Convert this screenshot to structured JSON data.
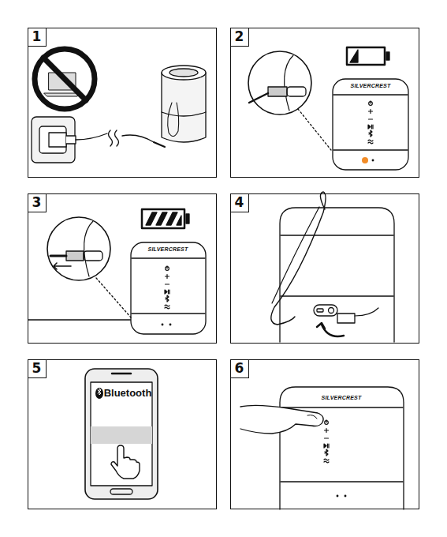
{
  "diagram": {
    "nodes": [
      {
        "text": [
          "1"
        ]
      },
      {
        "text": [
          "2"
        ]
      },
      {
        "text": [
          "3"
        ]
      },
      {
        "text": [
          "4"
        ]
      },
      {
        "text": [
          "5"
        ]
      },
      {
        "text": [
          "6"
        ]
      }
    ],
    "labels": [
      "SILVERCREST",
      "SILVERCREST",
      "SILVERCREST",
      "Bluetooth"
    ]
  }
}
